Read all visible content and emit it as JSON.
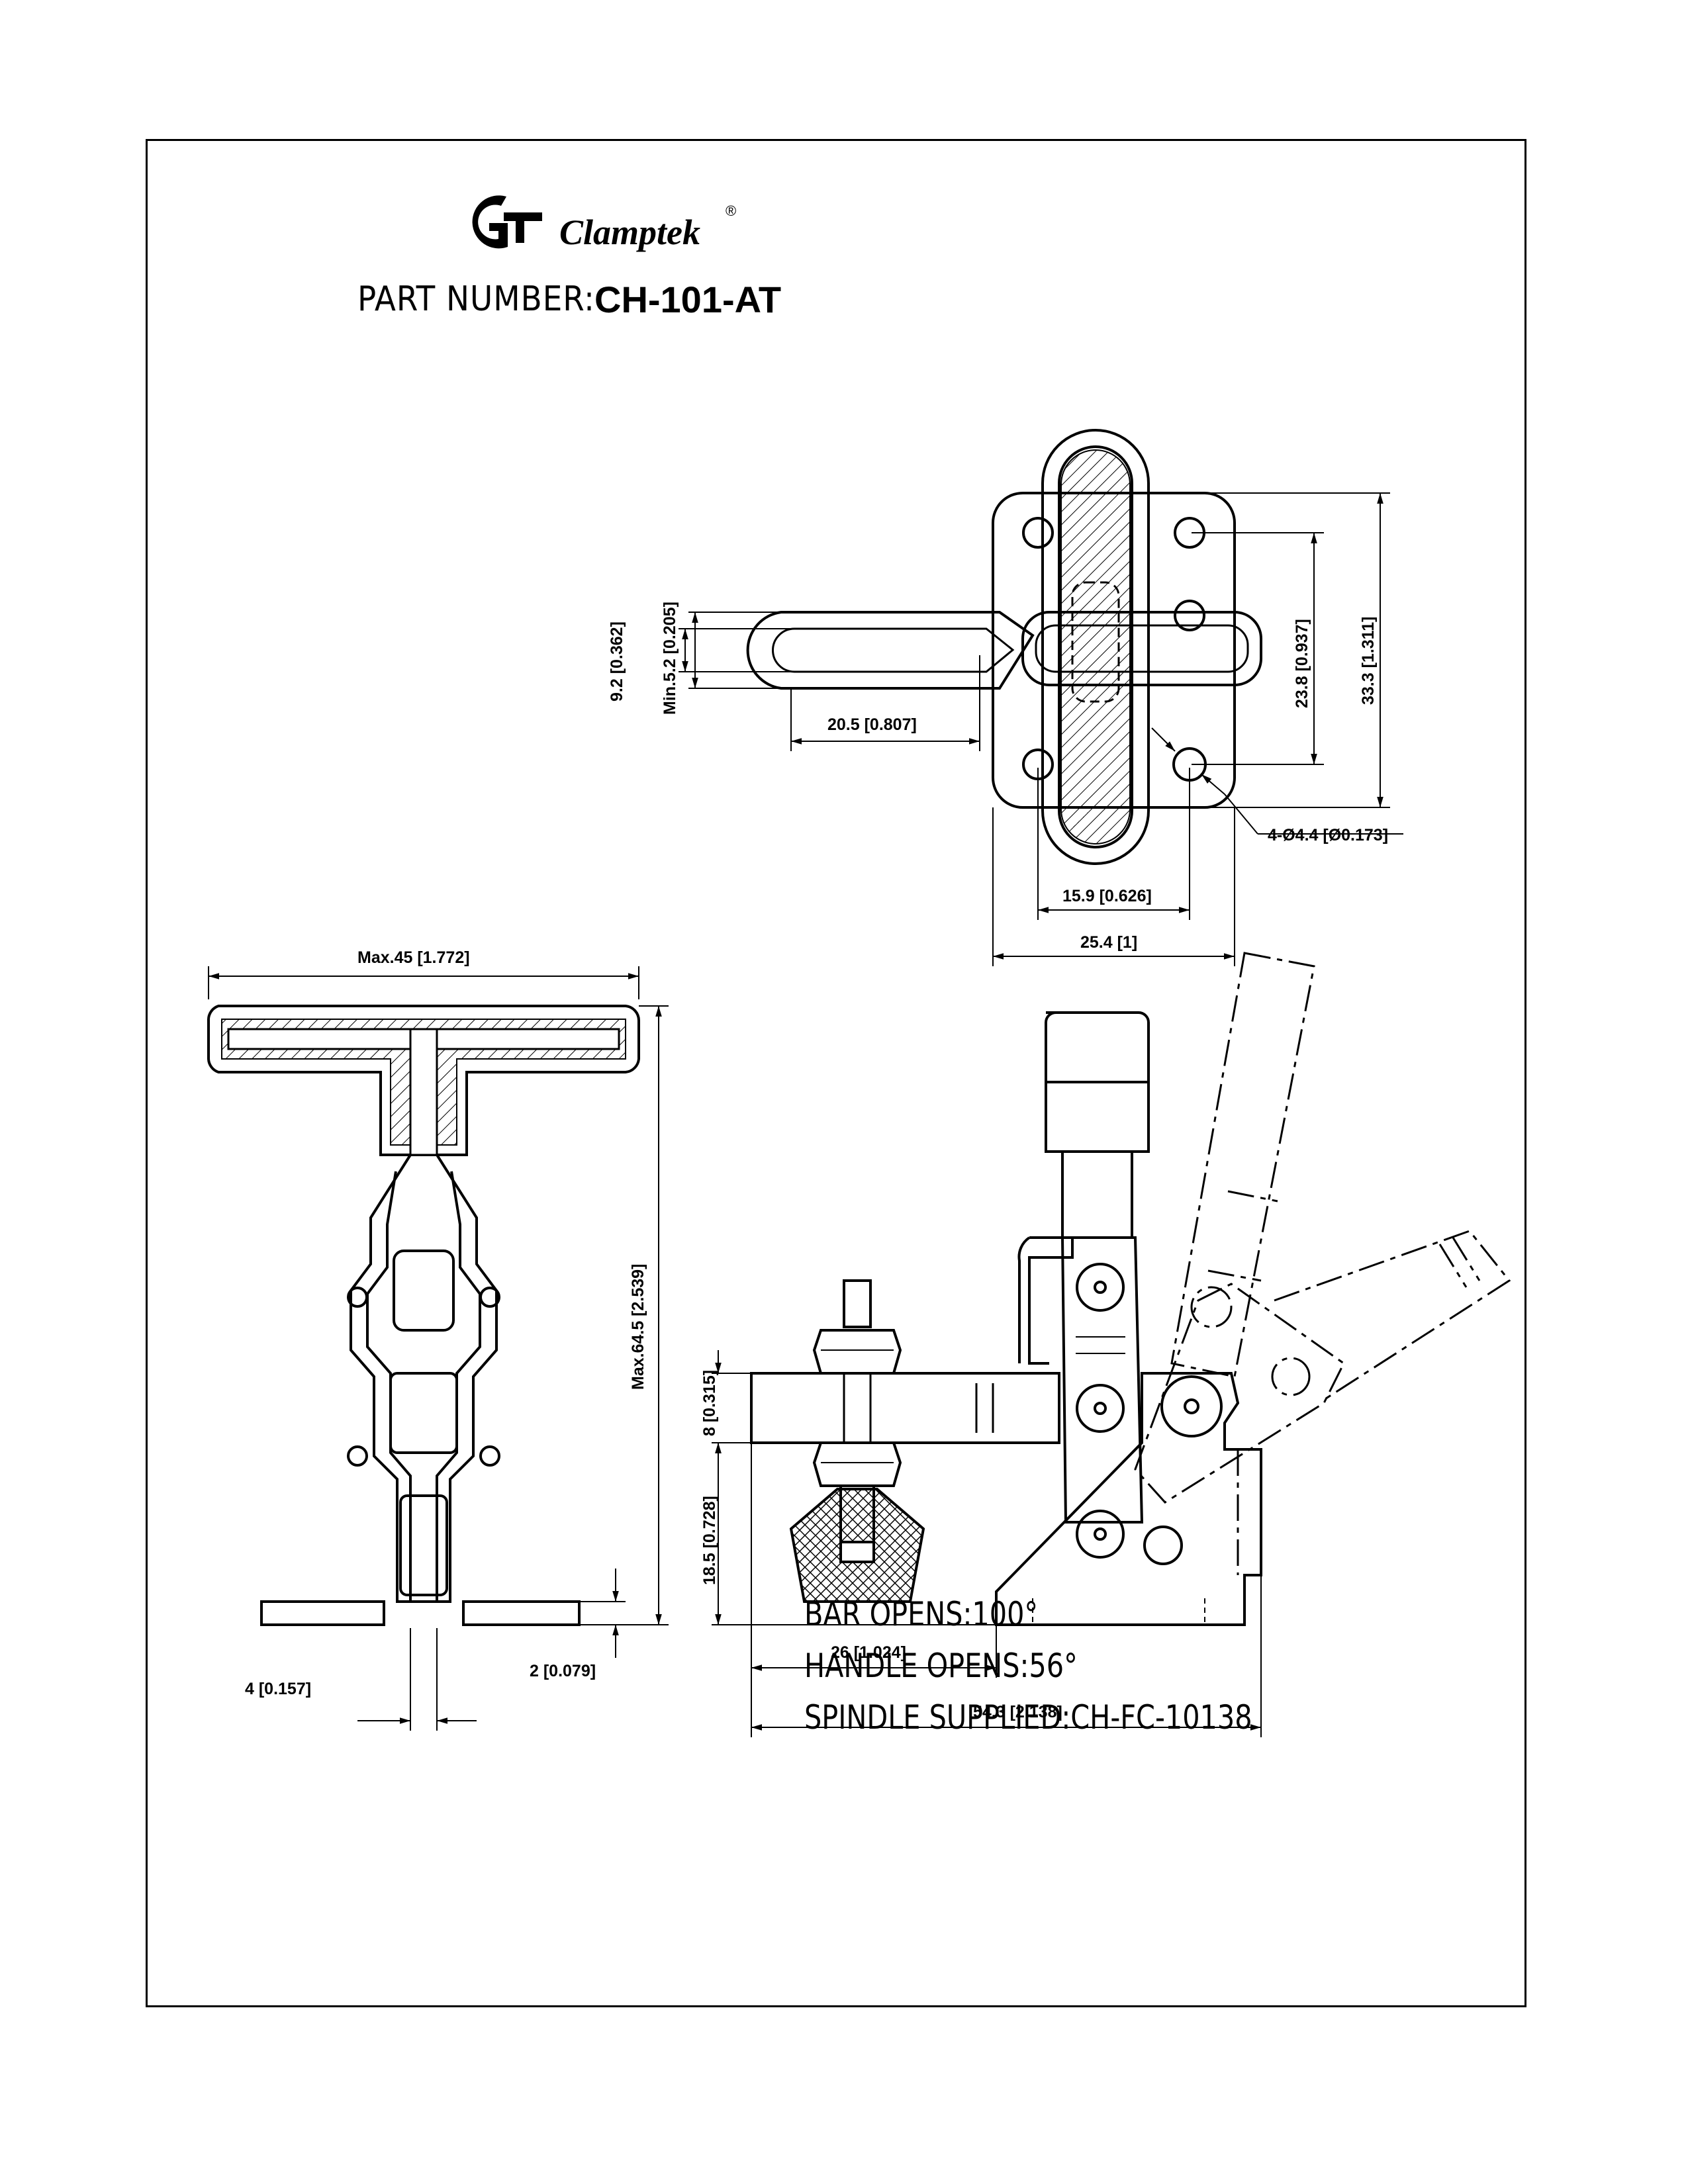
{
  "header": {
    "brand": "Clamptek",
    "registered_mark": "®",
    "part_number_label": "PART NUMBER:",
    "part_number": "CH-101-AT"
  },
  "dimensions": {
    "handle_height": "9.2 [0.362]",
    "handle_min": "Min.5.2 [0.205]",
    "handle_length": "20.5 [0.807]",
    "hole_pitch_vertical": "23.8 [0.937]",
    "base_height": "33.3 [1.311]",
    "mounting_holes": "4-Ø4.4 [Ø0.173]",
    "hole_pitch_horizontal": "15.9 [0.626]",
    "base_width": "25.4 [1]",
    "max_width": "Max.45 [1.772]",
    "max_height": "Max.64.5 [2.539]",
    "web_thickness": "4 [0.157]",
    "base_thickness": "2 [0.079]",
    "bar_thickness": "8 [0.315]",
    "bar_height": "18.5 [0.728]",
    "spindle_reach": "26 [1.024]",
    "overall_length": "54.3 [2.138]"
  },
  "notes": [
    "BAR OPENS:100°",
    "HANDLE OPENS:56°",
    "SPINDLE SUPPLIED:CH-FC-10138"
  ]
}
